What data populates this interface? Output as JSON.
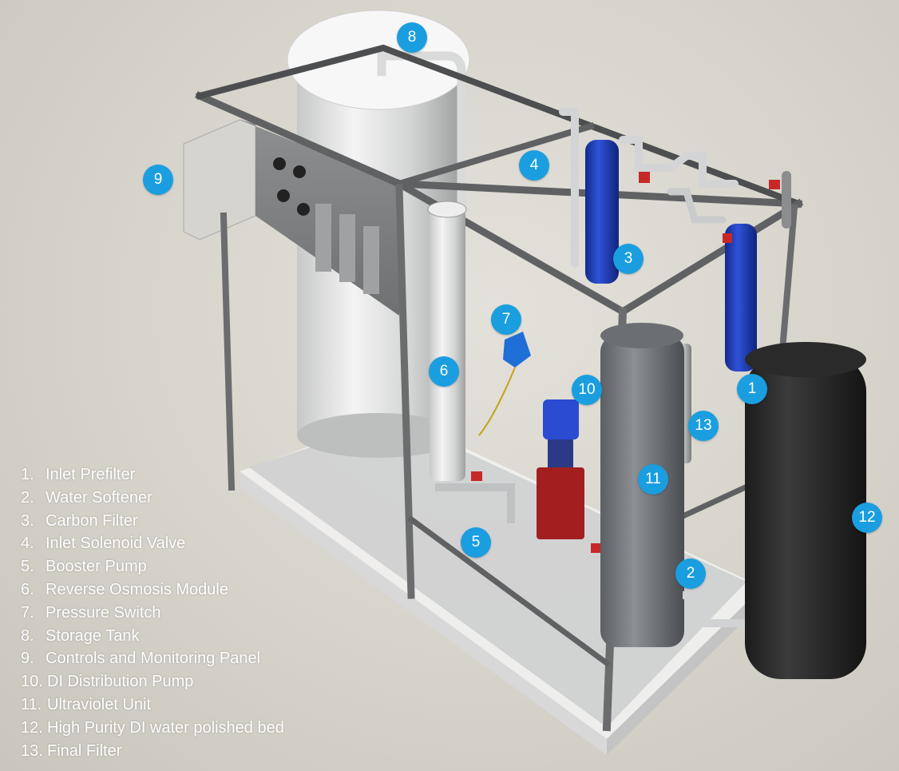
{
  "callouts": [
    {
      "number": "1"
    },
    {
      "number": "2"
    },
    {
      "number": "3"
    },
    {
      "number": "4"
    },
    {
      "number": "5"
    },
    {
      "number": "6"
    },
    {
      "number": "7"
    },
    {
      "number": "8"
    },
    {
      "number": "9"
    },
    {
      "number": "10"
    },
    {
      "number": "11"
    },
    {
      "number": "12"
    },
    {
      "number": "13"
    }
  ],
  "legend": [
    {
      "number": "1.",
      "label": "Inlet Prefilter"
    },
    {
      "number": "2.",
      "label": "Water Softener"
    },
    {
      "number": "3.",
      "label": "Carbon Filter"
    },
    {
      "number": "4.",
      "label": "Inlet Solenoid Valve"
    },
    {
      "number": "5.",
      "label": "Booster Pump"
    },
    {
      "number": "6.",
      "label": "Reverse Osmosis Module"
    },
    {
      "number": "7.",
      "label": "Pressure Switch"
    },
    {
      "number": "8.",
      "label": "Storage Tank"
    },
    {
      "number": "9.",
      "label": "Controls and Monitoring Panel"
    },
    {
      "number": "10.",
      "label": "DI Distribution Pump"
    },
    {
      "number": "11.",
      "label": "Ultraviolet Unit"
    },
    {
      "number": "12.",
      "label": "High Purity DI water polished bed"
    },
    {
      "number": "13.",
      "label": "Final Filter"
    }
  ],
  "colors": {
    "callout": "#1a9ee0",
    "legend_text": "#ffffff"
  }
}
